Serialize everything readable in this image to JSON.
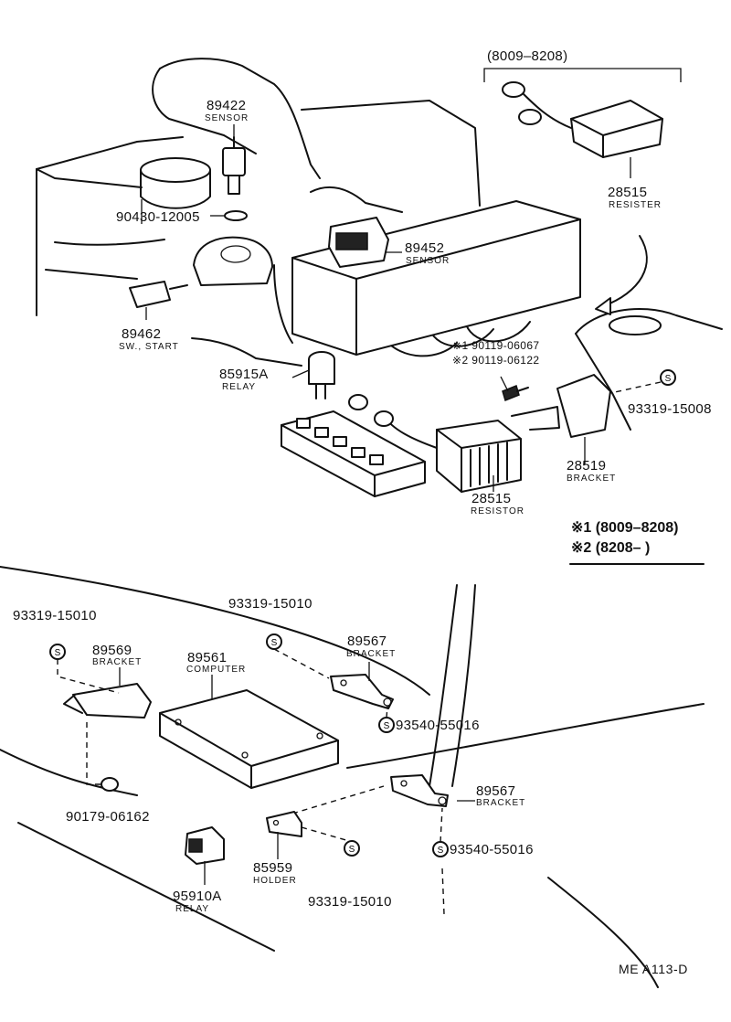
{
  "variants": {
    "resister_variant": "(8009–8208)",
    "note1": "※1 (8009–8208)",
    "note2": "※2 (8208–         )"
  },
  "parts": {
    "sensor_89422": {
      "number": "89422",
      "name": "SENSOR"
    },
    "gasket_90430": {
      "number": "90430-12005"
    },
    "sensor_89452": {
      "number": "89452",
      "name": "SENSOR"
    },
    "switch_89462": {
      "number": "89462",
      "name": "SW., START"
    },
    "relay_85915A": {
      "number": "85915A",
      "name": "RELAY"
    },
    "resister_28515_top": {
      "number": "28515",
      "name": "RESISTER"
    },
    "screw_1": {
      "number": "※1 90119-06067"
    },
    "screw_2": {
      "number": "※2 90119-06122"
    },
    "nut_93319_top": {
      "number": "93319-15008"
    },
    "bracket_28519": {
      "number": "28519",
      "name": "BRACKET"
    },
    "resistor_28515": {
      "number": "28515",
      "name": "RESISTOR"
    },
    "nut_93319_left": {
      "number": "93319-15010"
    },
    "bracket_89569": {
      "number": "89569",
      "name": "BRACKET"
    },
    "computer_89561": {
      "number": "89561",
      "name": "COMPUTER"
    },
    "nut_93319_mid": {
      "number": "93319-15010"
    },
    "bracket_89567_upper": {
      "number": "89567",
      "name": "BRACKET"
    },
    "bolt_93540_upper": {
      "number": "93540-55016"
    },
    "bracket_89567_lower": {
      "number": "89567",
      "name": "BRACKET"
    },
    "bolt_93540_lower": {
      "number": "93540-55016"
    },
    "nut_90179": {
      "number": "90179-06162"
    },
    "holder_85959": {
      "number": "85959",
      "name": "HOLDER"
    },
    "nut_93319_bottom": {
      "number": "93319-15010"
    },
    "relay_95910A": {
      "number": "95910A",
      "name": "RELAY"
    }
  },
  "footer": {
    "ref": "ME A113-D"
  },
  "symbols": {
    "nut_mark": "S"
  }
}
